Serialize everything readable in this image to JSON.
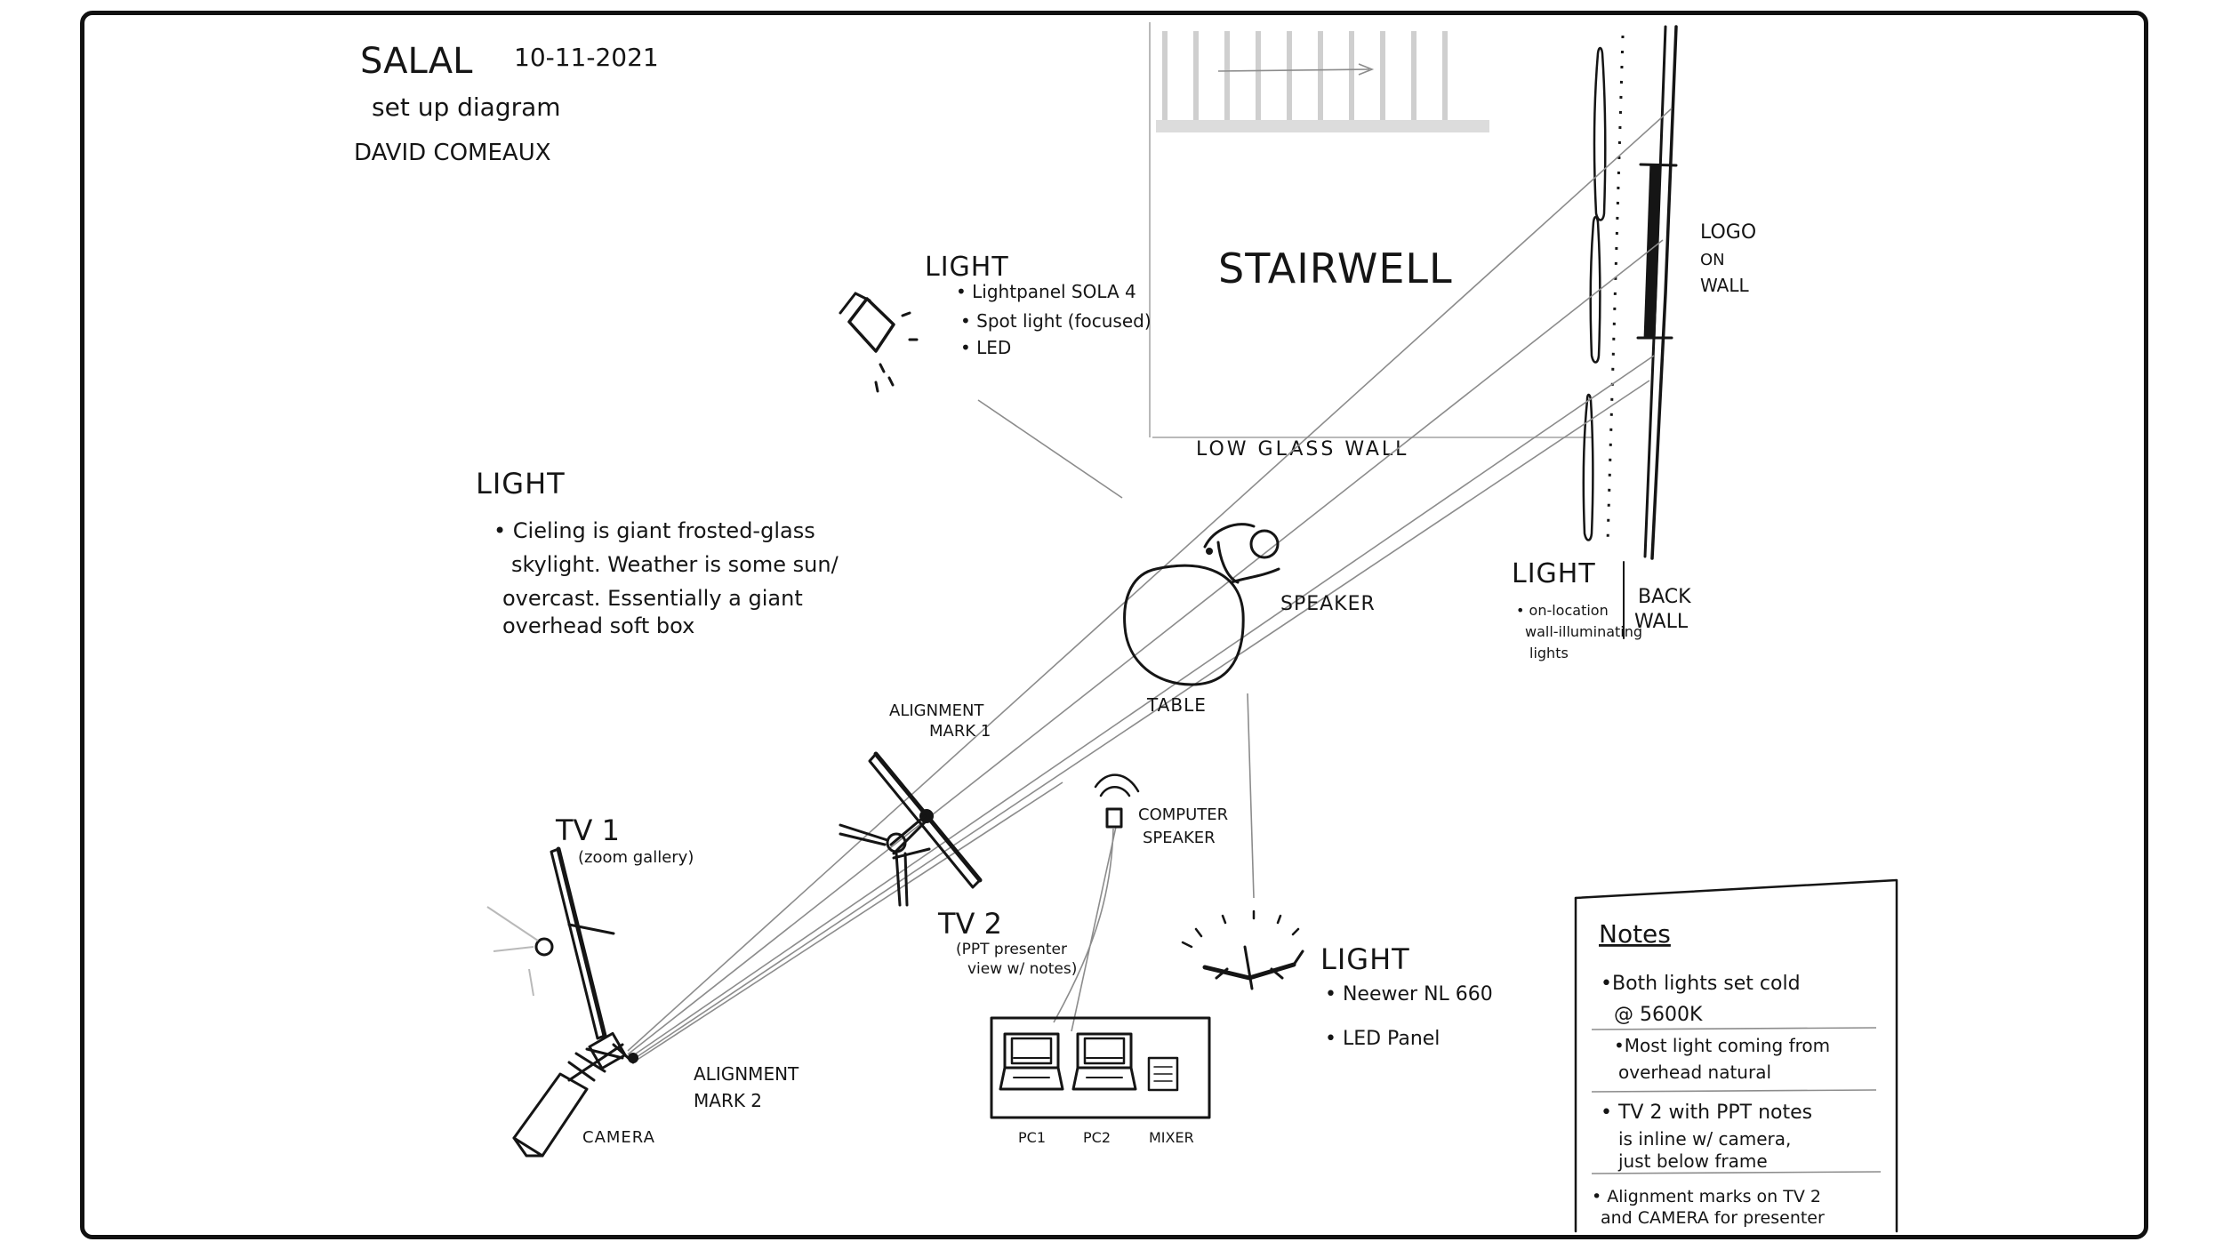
{
  "header": {
    "project": "SALAL",
    "date": "10-11-2021",
    "subtitle": "set up diagram",
    "author": "DAVID COMEAUX"
  },
  "stairwell": {
    "label": "STAIRWELL",
    "wall_label": "LOW GLASS WALL"
  },
  "logo": {
    "line1": "LOGO",
    "line2": "ON",
    "line3": "WALL"
  },
  "back_wall": {
    "line1": "BACK",
    "line2": "WALL"
  },
  "light_top": {
    "title": "LIGHT",
    "items": [
      "• Lightpanel SOLA 4",
      "• Spot light (focused)",
      "• LED"
    ]
  },
  "light_ceiling": {
    "title": "LIGHT",
    "lines": [
      "• Cieling is giant frosted-glass",
      "skylight. Weather is some sun/",
      "overcast. Essentially a giant",
      "overhead soft box"
    ]
  },
  "light_backwall": {
    "title": "LIGHT",
    "lines": [
      "• on-location",
      "wall-illuminating",
      "lights"
    ]
  },
  "speaker_label": "SPEAKER",
  "table_label": "TABLE",
  "alignment_mark_1": {
    "line1": "ALIGNMENT",
    "line2": "MARK 1"
  },
  "alignment_mark_2": {
    "line1": "ALIGNMENT",
    "line2": "MARK 2"
  },
  "computer_speaker": {
    "line1": "COMPUTER",
    "line2": "SPEAKER"
  },
  "tv1": {
    "title": "TV 1",
    "note": "(zoom gallery)"
  },
  "tv2": {
    "title": "TV 2",
    "note1": "(PPT presenter",
    "note2": "view w/ notes)"
  },
  "light_neewer": {
    "title": "LIGHT",
    "items": [
      "• Neewer NL 660",
      "• LED Panel"
    ]
  },
  "camera_label": "CAMERA",
  "desk": {
    "pc1": "PC1",
    "pc2": "PC2",
    "mixer": "MIXER"
  },
  "notes": {
    "title": "Notes",
    "lines": [
      "•Both lights set cold",
      "@ 5600K",
      "•Most light coming from",
      "overhead natural",
      "• TV 2 with PPT notes",
      "is inline w/ camera,",
      "just below frame",
      "• Alignment marks on TV 2",
      "and CAMERA for presenter"
    ]
  }
}
